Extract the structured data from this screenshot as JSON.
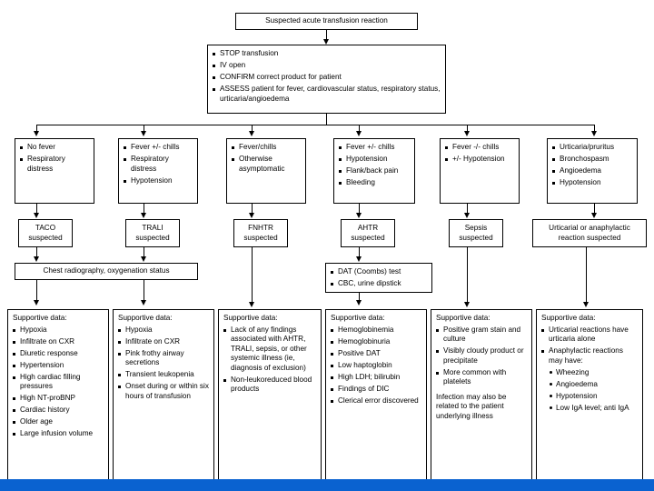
{
  "diagram": {
    "title": "Suspected acute transfusion reaction",
    "accent_color": "#0a62d0",
    "initial_actions": [
      "STOP transfusion",
      "IV open",
      "CONFIRM correct product for patient",
      "ASSESS patient for fever, cardiovascular status, respiratory status, urticaria/angioedema"
    ],
    "symptom_boxes": [
      {
        "items": [
          "No fever",
          "Respiratory distress"
        ]
      },
      {
        "items": [
          "Fever +/- chills",
          "Respiratory distress",
          "Hypotension"
        ]
      },
      {
        "items": [
          "Fever/chills",
          "Otherwise asymptomatic"
        ]
      },
      {
        "items": [
          "Fever +/- chills",
          "Hypotension",
          "Flank/back pain",
          "Bleeding"
        ]
      },
      {
        "items": [
          "Fever -/- chills",
          "+/- Hypotension"
        ]
      },
      {
        "items": [
          "Urticaria/pruritus",
          "Bronchospasm",
          "Angioedema",
          "Hypotension"
        ]
      }
    ],
    "diagnosis_boxes": [
      {
        "label": "TACO suspected"
      },
      {
        "label": "TRALI suspected"
      },
      {
        "label": "FNHTR suspected"
      },
      {
        "label": "AHTR suspected"
      },
      {
        "label": "Sepsis suspected"
      },
      {
        "label": "Urticarial or anaphylactic reaction suspected"
      }
    ],
    "workup_boxes": [
      {
        "label": "Chest radiography, oxygenation status"
      },
      {
        "items": [
          "DAT (Coombs) test",
          "CBC, urine dipstick"
        ]
      }
    ],
    "supportive_heading": "Supportive data:",
    "supportive_boxes": [
      {
        "items": [
          "Hypoxia",
          "Infiltrate on CXR",
          "Diuretic response",
          "Hypertension",
          "High cardiac filling pressures",
          "High NT-proBNP",
          "Cardiac history",
          "Older age",
          "Large infusion volume"
        ]
      },
      {
        "items": [
          "Hypoxia",
          "Infiltrate on CXR",
          "Pink frothy airway secretions",
          "Transient leukopenia",
          "Onset during or within six hours of transfusion"
        ]
      },
      {
        "items": [
          "Lack of any findings associated with AHTR, TRALI, sepsis, or other systemic illness (ie, diagnosis of exclusion)",
          "Non-leukoreduced blood products"
        ]
      },
      {
        "items": [
          "Hemoglobinemia",
          "Hemoglobinuria",
          "Positive DAT",
          "Low haptoglobin",
          "High LDH; bilirubin",
          "Findings of DIC",
          "Clerical error discovered"
        ]
      },
      {
        "items": [
          "Positive gram stain and culture",
          "Visibly cloudy product or precipitate",
          "More common with platelets"
        ],
        "note": "Infection may also be related to the patient underlying illness"
      },
      {
        "items": [
          "Urticarial reactions have urticaria alone",
          "Anaphylactic reactions may have:"
        ],
        "subitems": [
          "Wheezing",
          "Angioedema",
          "Hypotension",
          "Low IgA level; anti IgA"
        ]
      }
    ]
  }
}
